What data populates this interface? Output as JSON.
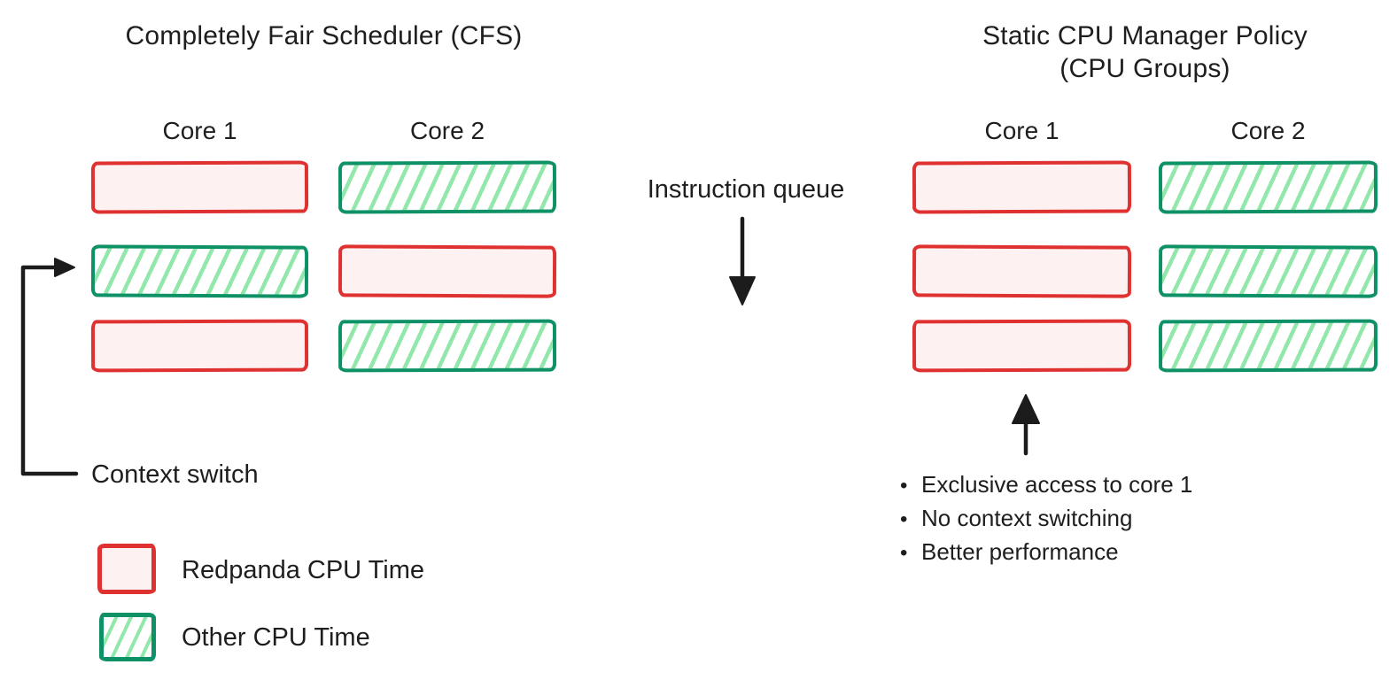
{
  "diagram": {
    "left": {
      "title": "Completely Fair Scheduler (CFS)",
      "columns": [
        {
          "label": "Core 1",
          "slots": [
            "redpanda",
            "other",
            "redpanda"
          ]
        },
        {
          "label": "Core 2",
          "slots": [
            "other",
            "redpanda",
            "other"
          ]
        }
      ],
      "context_switch_label": "Context switch"
    },
    "middle": {
      "label": "Instruction queue"
    },
    "right": {
      "title_line1": "Static CPU Manager Policy",
      "title_line2": "(CPU Groups)",
      "columns": [
        {
          "label": "Core 1",
          "slots": [
            "redpanda",
            "redpanda",
            "redpanda"
          ]
        },
        {
          "label": "Core 2",
          "slots": [
            "other",
            "other",
            "other"
          ]
        }
      ],
      "bullets": [
        "Exclusive access to core 1",
        "No context switching",
        "Better performance"
      ],
      "bullet_glyph": "•"
    },
    "legend": [
      {
        "type": "redpanda",
        "label": "Redpanda CPU Time"
      },
      {
        "type": "other",
        "label": "Other CPU Time"
      }
    ],
    "colors": {
      "text": "#1e1e1e",
      "arrow": "#1c1c1c",
      "redpanda_stroke": "#e03131",
      "redpanda_fill": "#fdf1f1",
      "other_stroke": "#0f9167",
      "other_hatch": "#92e7aa",
      "background": "#ffffff"
    }
  }
}
